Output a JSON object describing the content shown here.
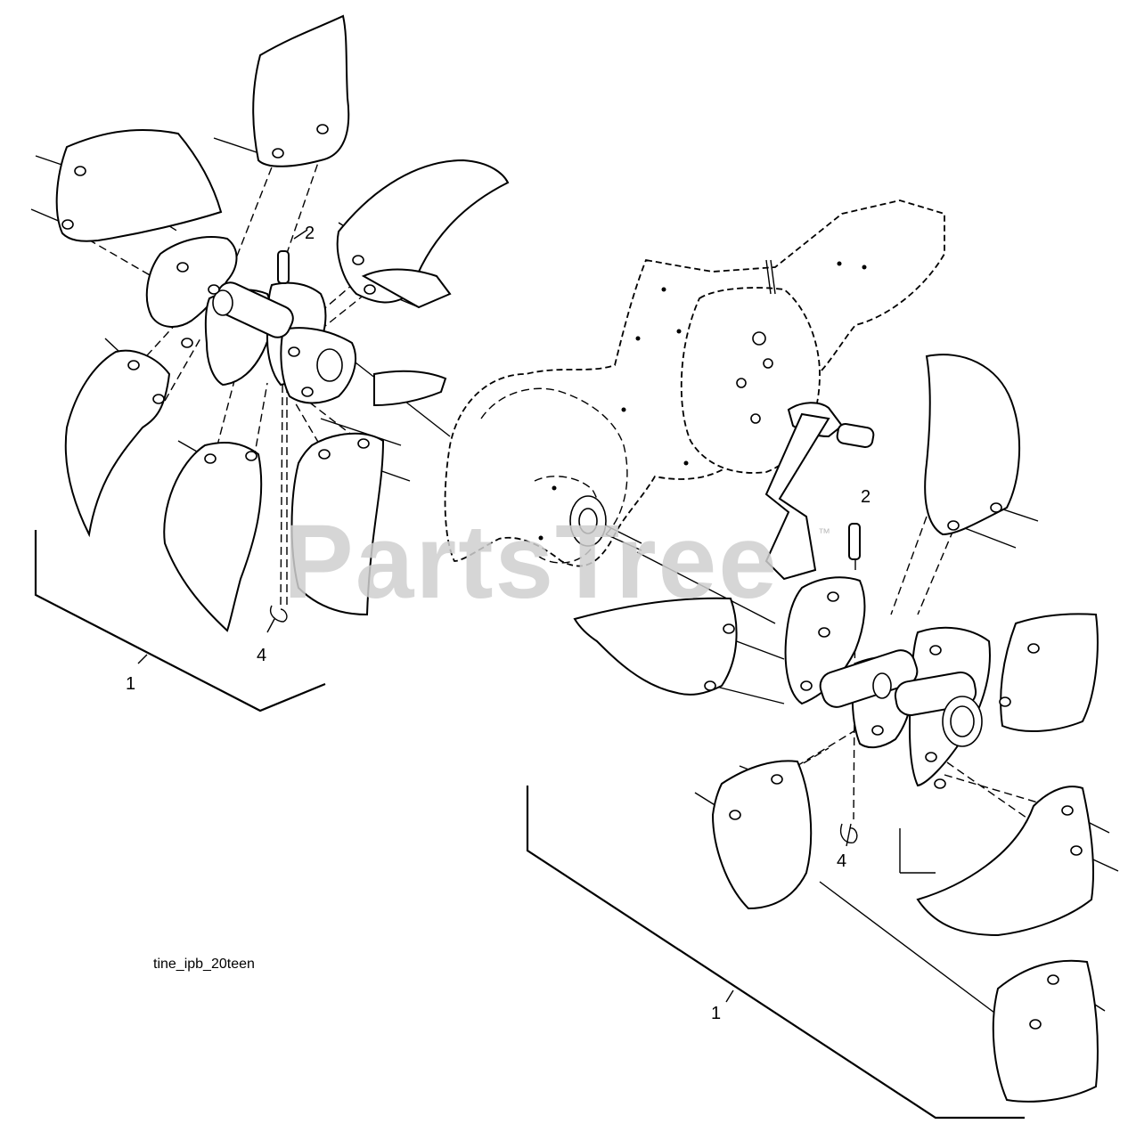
{
  "watermark": {
    "text": "PartsTree",
    "trademark": "™"
  },
  "caption": "tine_ipb_20teen",
  "callouts": [
    {
      "id": "left-1",
      "label": "1"
    },
    {
      "id": "left-2",
      "label": "2"
    },
    {
      "id": "left-4",
      "label": "4"
    },
    {
      "id": "right-1",
      "label": "1"
    },
    {
      "id": "right-2",
      "label": "2"
    },
    {
      "id": "right-4",
      "label": "4"
    }
  ]
}
